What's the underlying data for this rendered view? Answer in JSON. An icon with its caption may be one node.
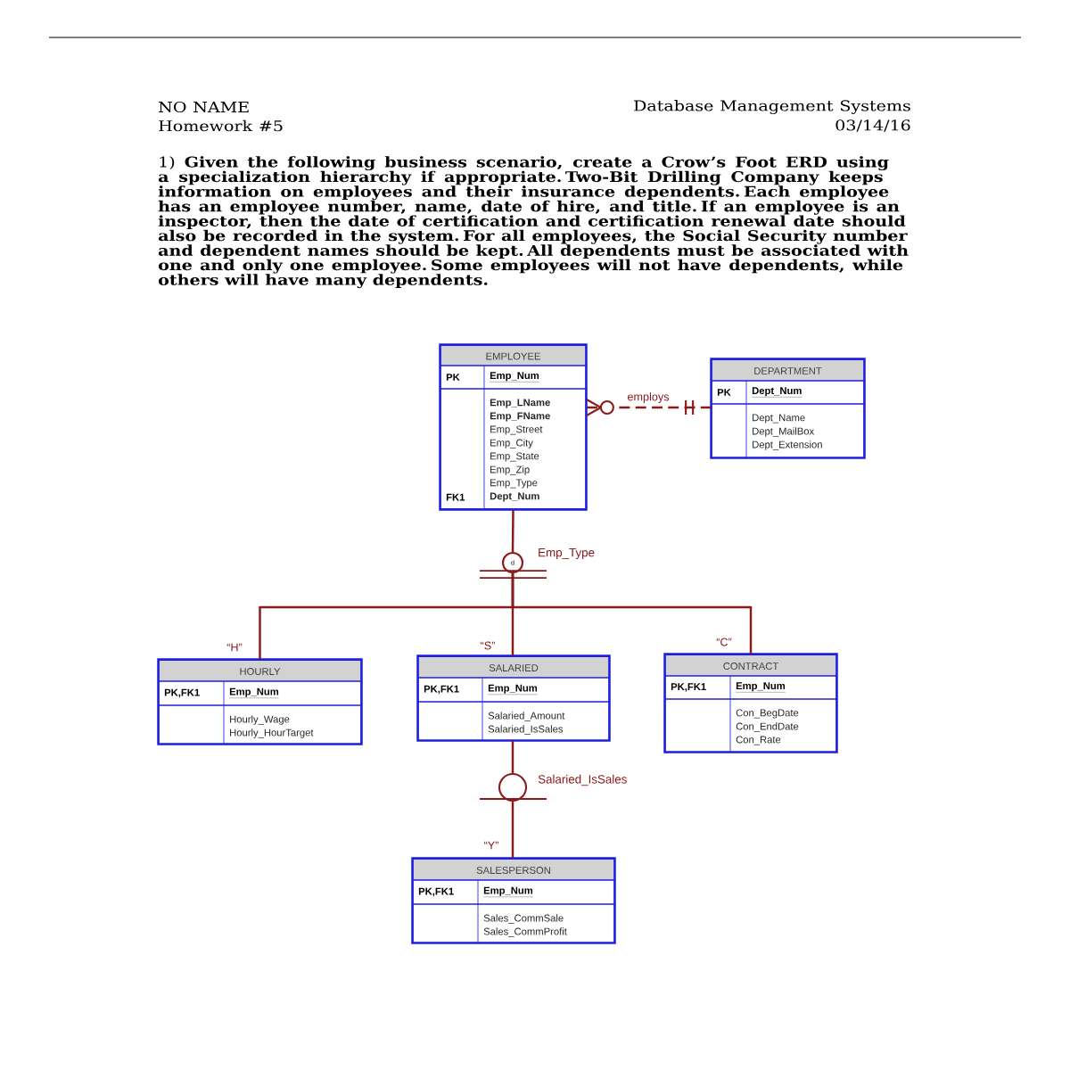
{
  "diagram": {
    "nodes": [
      {
        "text": [
          "EMPLOYEE",
          "PK",
          "Emp_Num",
          "Emp_LName",
          "Emp_FName",
          "Emp_Street",
          "Emp_City",
          "Emp_State",
          "Emp_Zip",
          "Emp_Type",
          "FK1",
          "Dept_Num"
        ]
      },
      {
        "text": [
          "DEPARTMENT",
          "PK",
          "Dept_Num",
          "Dept_Name",
          "Dept_MailBox",
          "Dept_Extension"
        ]
      },
      {
        "text": [
          "d"
        ],
        "beside": [
          "Emp_Type"
        ]
      },
      {
        "text": [
          "HOURLY",
          "PK,FK1",
          "Emp_Num",
          "Hourly_Wage",
          "Hourly_HourTarget"
        ]
      },
      {
        "text": [
          "SALARIED",
          "PK,FK1",
          "Emp_Num",
          "Salaried_Amount",
          "Salaried_IsSales"
        ]
      },
      {
        "text": [
          "CONTRACT",
          "PK,FK1",
          "Emp_Num",
          "Con_BegDate",
          "Con_EndDate",
          "Con_Rate"
        ]
      },
      {
        "text": [],
        "shape": "circle",
        "beside": [
          "Salaried_IsSales"
        ]
      },
      {
        "text": [
          "SALESPERSON",
          "PK,FK1",
          "Emp_Num",
          "Sales_CommSale",
          "Sales_CommProfit"
        ]
      }
    ],
    "edges": [
      {
        "from": 0,
        "to": 1,
        "arrow": "other",
        "label": "employs",
        "style": "dashed"
      },
      {
        "from": 0,
        "to": 2,
        "arrow": "none"
      },
      {
        "from": 2,
        "to": 3,
        "arrow": "none",
        "label": "“H”"
      },
      {
        "from": 2,
        "to": 4,
        "arrow": "none",
        "label": "“S”"
      },
      {
        "from": 2,
        "to": 5,
        "arrow": "none",
        "label": "“C”"
      },
      {
        "from": 4,
        "to": 6,
        "arrow": "none"
      },
      {
        "from": 6,
        "to": 7,
        "arrow": "none",
        "label": "“Y”"
      }
    ],
    "labels": [
      "NO NAME",
      "Homework #5",
      "Database Management Systems",
      "03/14/16",
      "1) **Given the following business scenario, create a Crow’s Foot ERD using a specialization hierarchy if appropriate. Two-Bit Drilling Company keeps information on employees and their insurance dependents. Each employee has an employee number, name, date of hire, and title. If an employee is an inspector, then the date of certification and certification renewal date should also be recorded in the system. For all employees, the Social Security number and dependent names should be kept. All dependents must be associated with one and only one employee. Some employees will not have dependents, while others will have many dependents.**"
    ]
  }
}
